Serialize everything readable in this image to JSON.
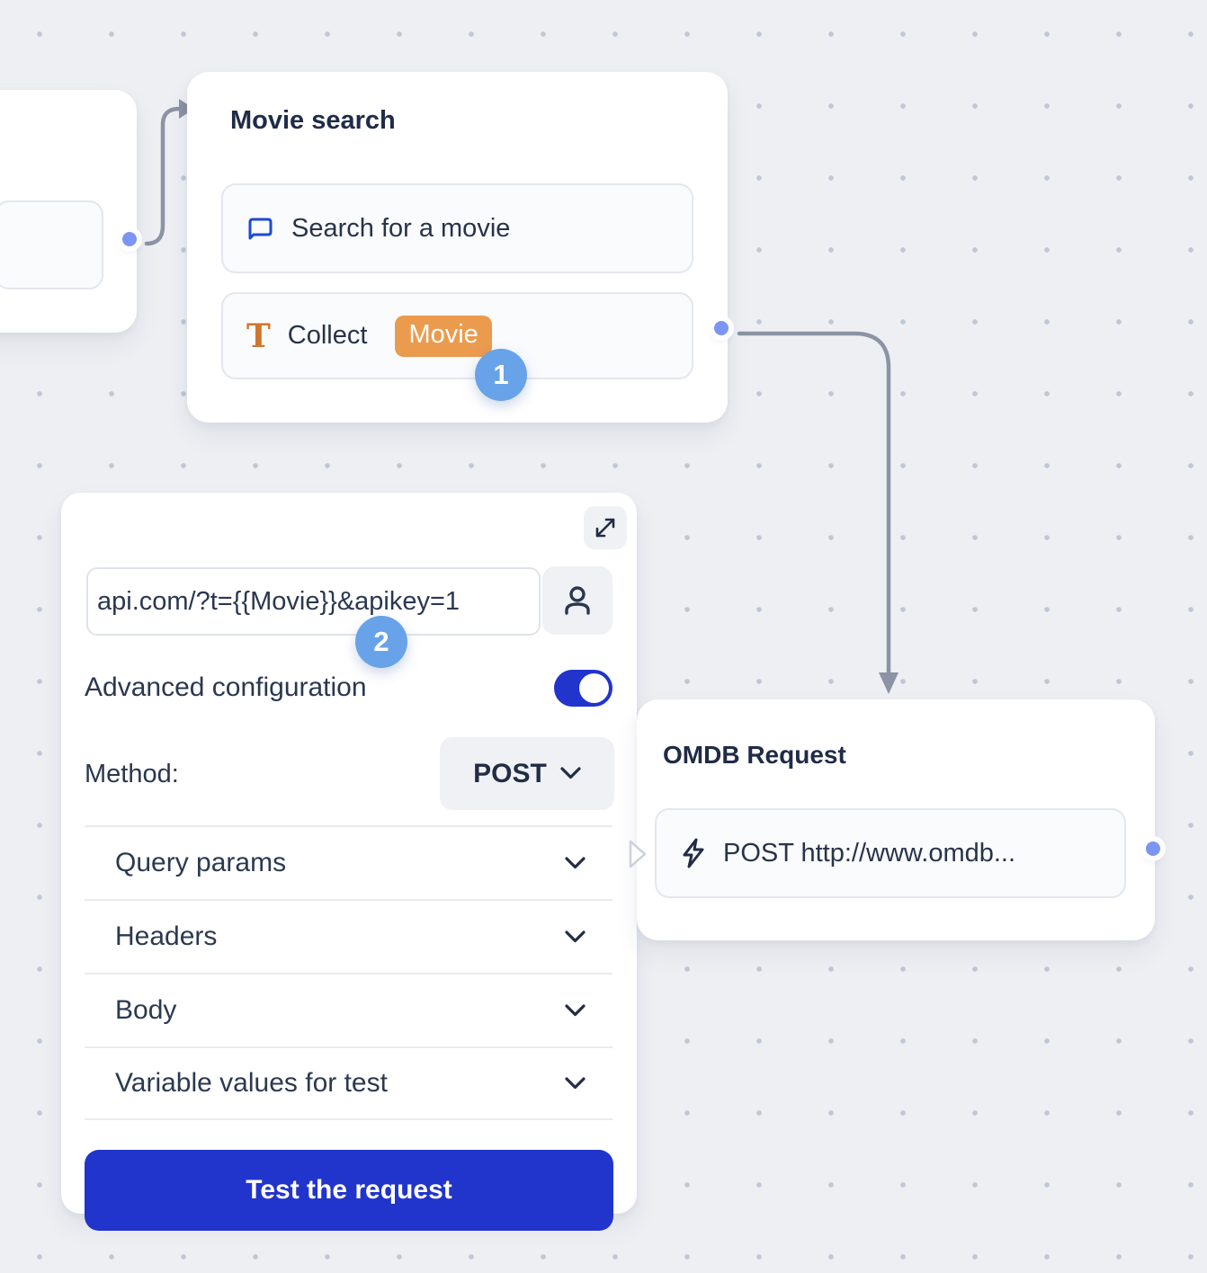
{
  "canvas": {
    "background": "#edeff3",
    "dot_color": "#bfc7d4"
  },
  "badges": {
    "step1": "1",
    "step2": "2",
    "color": "#68a3e9"
  },
  "movie_node": {
    "title": "Movie search",
    "items": [
      {
        "icon": "chat-bubble-icon",
        "label": "Search for a movie"
      },
      {
        "icon": "text-input-icon",
        "label": "Collect",
        "variable": "Movie",
        "variable_color": "#eb9b4d"
      }
    ]
  },
  "config_panel": {
    "url_value": "api.com/?t={{Movie}}&apikey=1",
    "advanced_label": "Advanced configuration",
    "advanced_on": true,
    "method_label": "Method:",
    "method_value": "POST",
    "sections": [
      {
        "label": "Query params"
      },
      {
        "label": "Headers"
      },
      {
        "label": "Body"
      },
      {
        "label": "Variable values for test"
      }
    ],
    "test_button_label": "Test the request",
    "accent_color": "#2134cc"
  },
  "omdb_node": {
    "title": "OMDB Request",
    "item_label": "POST http://www.omdb..."
  },
  "connector_color": "#8b93a4",
  "port_color": "#7d95f2"
}
